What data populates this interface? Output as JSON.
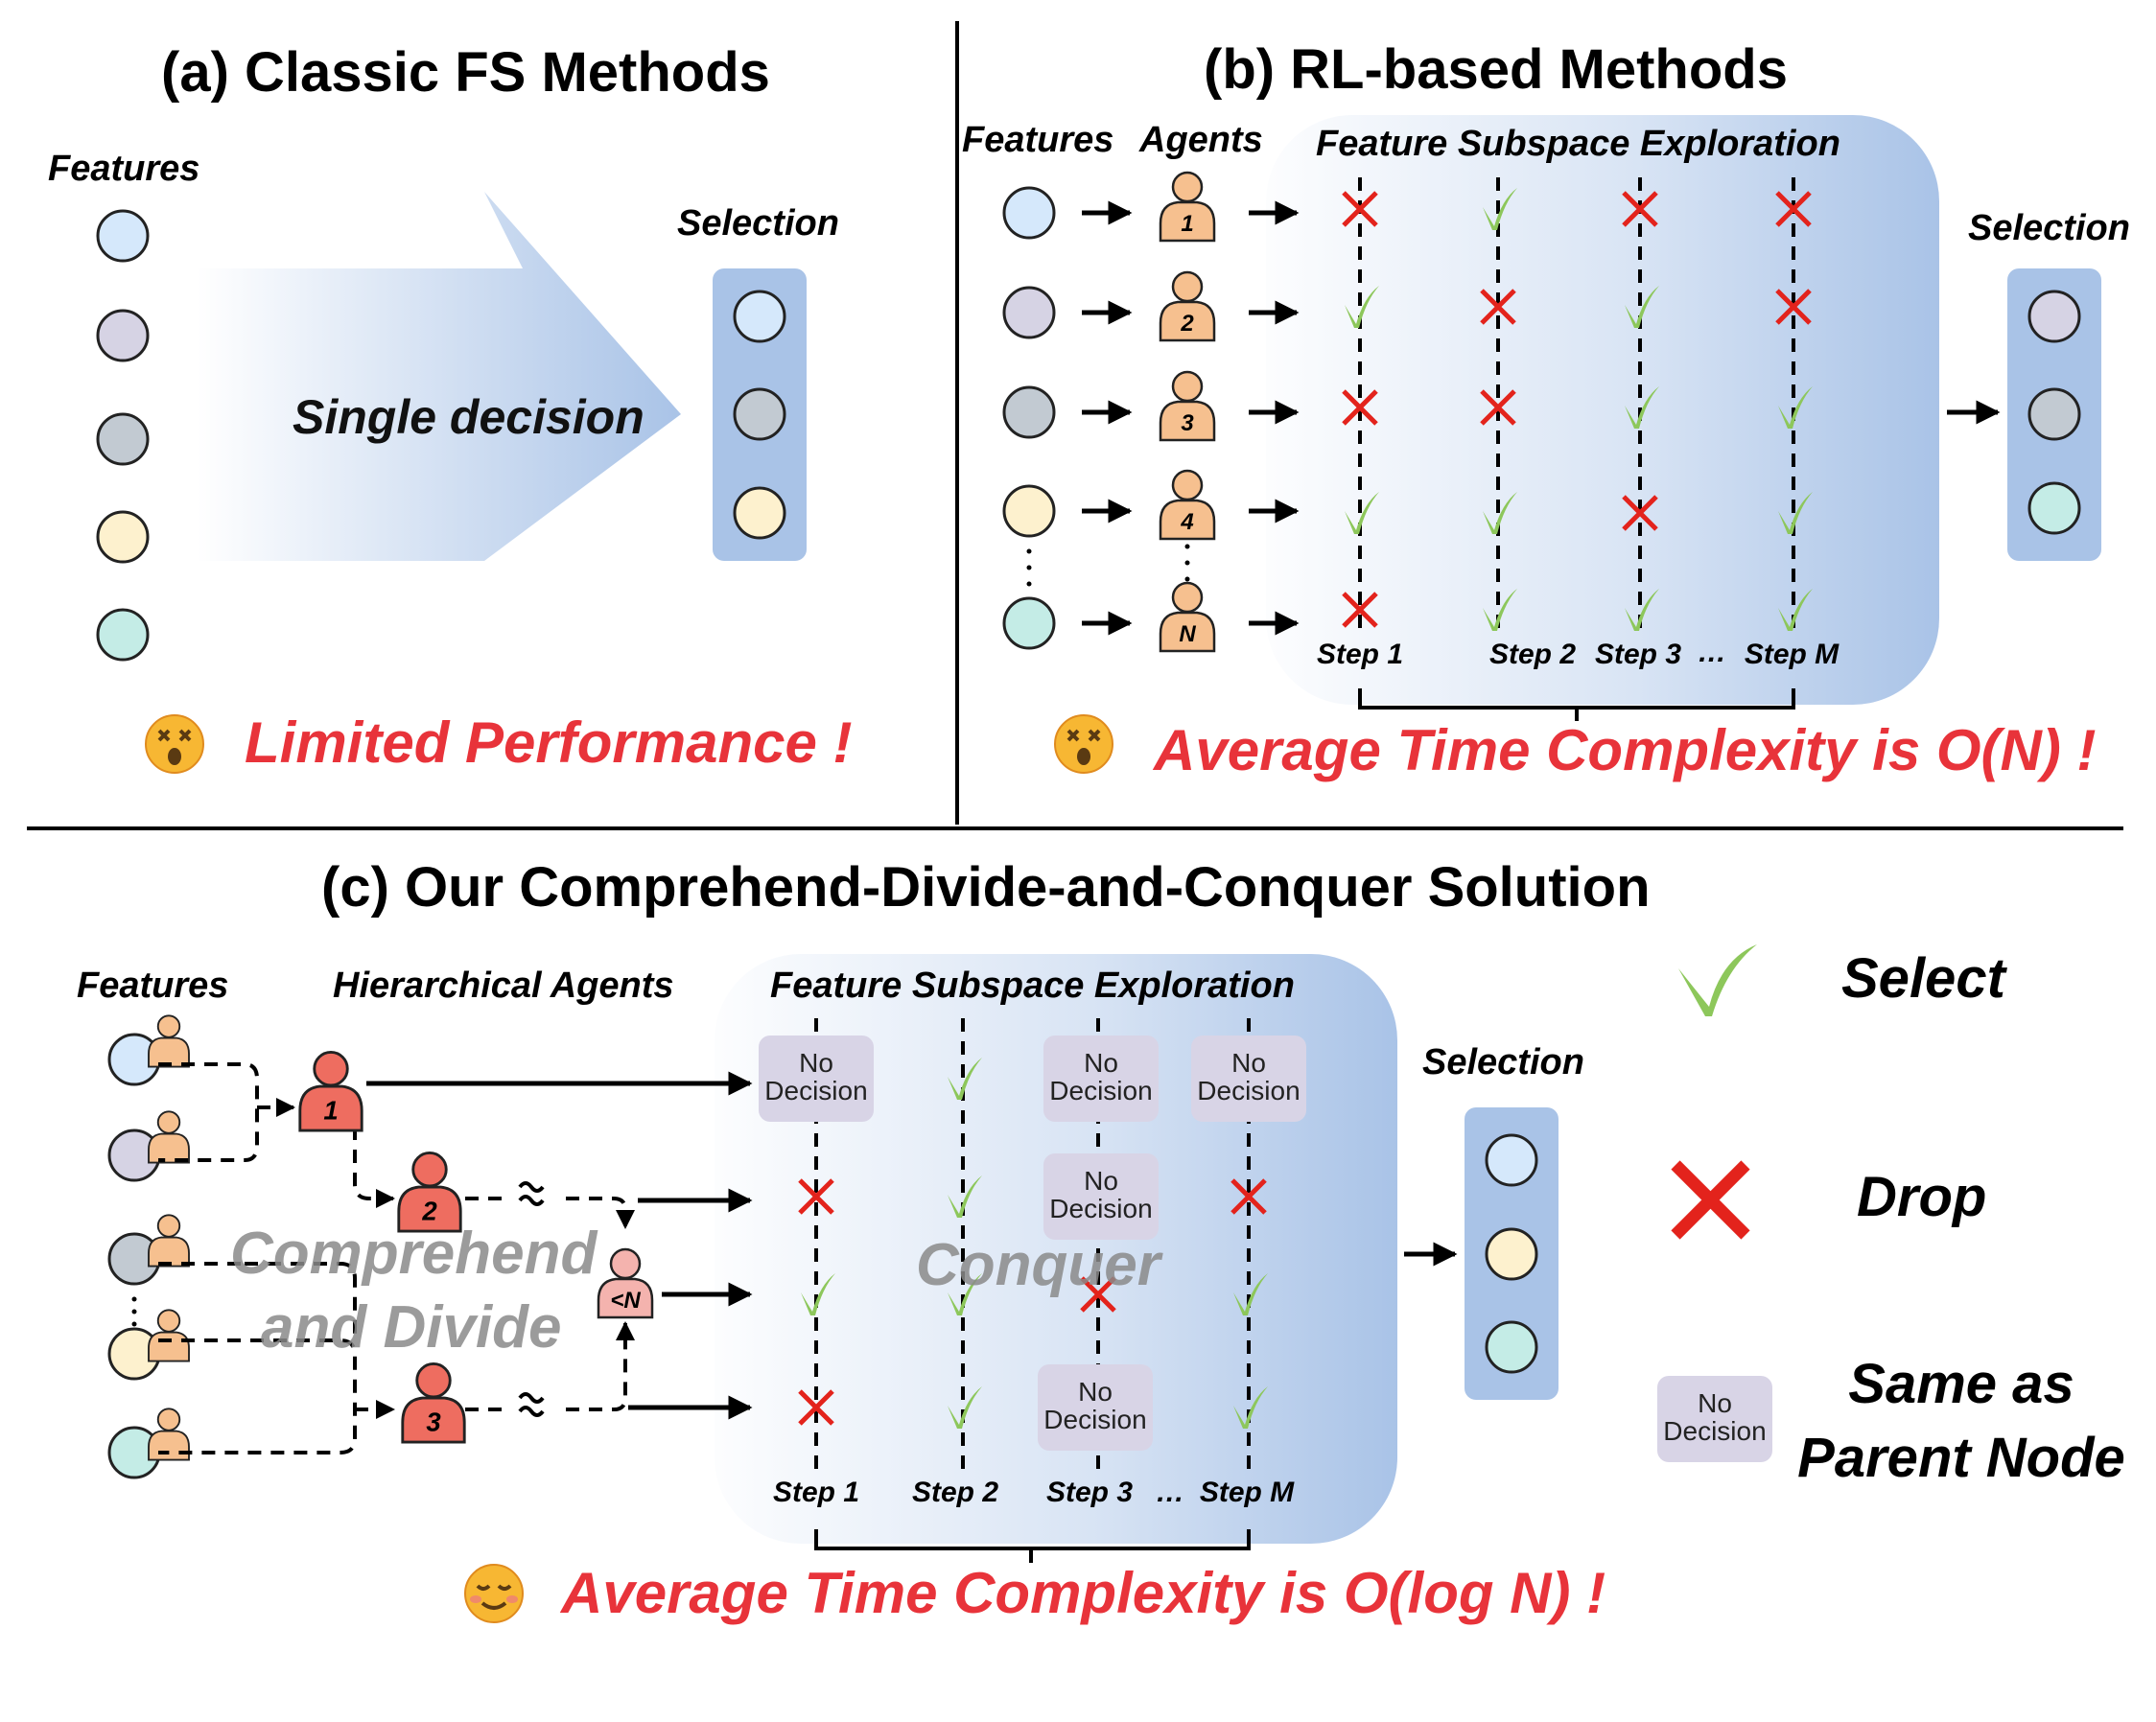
{
  "panel_a": {
    "title": "(a) Classic FS Methods",
    "features_label": "Features",
    "selection_label": "Selection",
    "arrow_text": "Single decision",
    "footer": "Limited Performance !",
    "feature_colors": [
      "#d5e8fb",
      "#d6d3e4",
      "#c2cad2",
      "#fdf1ce",
      "#c4ece6"
    ],
    "selection_colors": [
      "#d5e8fb",
      "#c2cad2",
      "#fdf1ce"
    ]
  },
  "panel_b": {
    "title": "(b) RL-based Methods",
    "features_label": "Features",
    "agents_label": "Agents",
    "exploration_label": "Feature Subspace Exploration",
    "selection_label": "Selection",
    "agent_ids": [
      "1",
      "2",
      "3",
      "4",
      "N"
    ],
    "feature_colors": [
      "#d5e8fb",
      "#d6d3e4",
      "#c2cad2",
      "#fdf1ce",
      "#c4ece6"
    ],
    "decisions": [
      [
        "drop",
        "select",
        "drop",
        "drop"
      ],
      [
        "select",
        "drop",
        "select",
        "drop"
      ],
      [
        "drop",
        "drop",
        "select",
        "select"
      ],
      [
        "select",
        "select",
        "drop",
        "select"
      ],
      [
        "drop",
        "select",
        "select",
        "select"
      ]
    ],
    "steps": [
      "Step 1",
      "Step 2",
      "Step 3",
      "Step M"
    ],
    "ellipsis": "…",
    "footer": "Average Time Complexity is O(N) !",
    "selection_colors": [
      "#d6d3e4",
      "#c2cad2",
      "#c4ece6"
    ]
  },
  "panel_c": {
    "title": "(c) Our Comprehend-Divide-and-Conquer Solution",
    "features_label": "Features",
    "agents_label": "Hierarchical Agents",
    "exploration_label": "Feature Subspace Exploration",
    "selection_label": "Selection",
    "comprehend_text": [
      "Comprehend",
      "and Divide"
    ],
    "conquer_text": "Conquer",
    "agent_ids": [
      "1",
      "2",
      "3",
      "<N"
    ],
    "feature_colors": [
      "#d5e8fb",
      "#d6d3e4",
      "#c2cad2",
      "#fdf1ce",
      "#c4ece6"
    ],
    "decisions": [
      [
        "nodecision",
        "select",
        "nodecision",
        "nodecision"
      ],
      [
        "drop",
        "select",
        "nodecision",
        "drop"
      ],
      [
        "select",
        "select",
        "drop",
        "select"
      ],
      [
        "drop",
        "select",
        "nodecision",
        "select"
      ]
    ],
    "no_decision_text": [
      "No",
      "Decision"
    ],
    "steps": [
      "Step 1",
      "Step 2",
      "Step 3",
      "Step M"
    ],
    "ellipsis": "…",
    "footer": "Average Time Complexity is O(log N) !",
    "selection_colors": [
      "#d5e8fb",
      "#fdf1ce",
      "#c4ece6"
    ]
  },
  "legend": {
    "select_label": "Select",
    "drop_label": "Drop",
    "nd_lines": [
      "No",
      "Decision"
    ],
    "same_lines": [
      "Same as",
      "Parent Node"
    ]
  },
  "colors": {
    "check": "#8dc75b",
    "cross": "#e3231c",
    "selection_box": "#a9c3e7",
    "agent_orange": "#f6c08f",
    "agent_red": "#ee6d60",
    "agent_pink": "#f4b3ae",
    "no_decision_box": "#d8d4e6"
  }
}
